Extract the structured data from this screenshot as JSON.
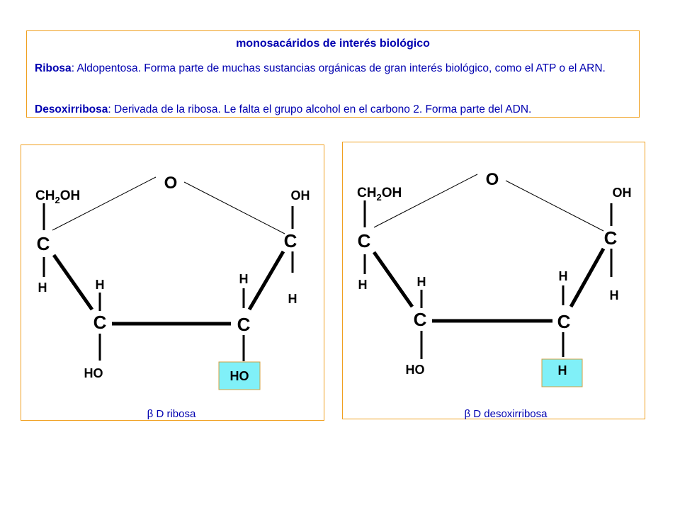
{
  "info": {
    "title": "monosacáridos de interés biológico",
    "ribosa_term": "Ribosa",
    "ribosa_text": ": Aldopentosa. Forma parte de muchas sustancias orgánicas de gran interés biológico, como el ATP o el ARN.",
    "desoxi_term": "Desoxirribosa",
    "desoxi_text": ": Derivada de la ribosa. Le falta el grupo alcohol en el carbono 2. Forma parte del ADN."
  },
  "ribose": {
    "caption": "β D ribosa",
    "atoms": {
      "ring_o": "O",
      "ch2_ch": "CH",
      "ch2_sub": "2",
      "ch2_oh": "OH",
      "c4": "C",
      "c4_h": "H",
      "c3": "C",
      "c3_h": "H",
      "c3_oh": "HO",
      "c2": "C",
      "c2_h": "H",
      "c2_oh": "HO",
      "c1": "C",
      "c1_oh": "OH",
      "c1_h": "H"
    },
    "highlight_color": "#80f0f8"
  },
  "deoxyribose": {
    "caption": "β D desoxirribosa",
    "atoms": {
      "ring_o": "O",
      "ch2_ch": "CH",
      "ch2_sub": "2",
      "ch2_oh": "OH",
      "c4": "C",
      "c4_h": "H",
      "c3": "C",
      "c3_h": "H",
      "c3_oh": "HO",
      "c2": "C",
      "c2_h": "H",
      "c2_sub": "H",
      "c1": "C",
      "c1_oh": "OH",
      "c1_h": "H"
    },
    "highlight_color": "#80f0f8"
  },
  "colors": {
    "border": "#f0a020",
    "text_blue": "#0000b0"
  }
}
